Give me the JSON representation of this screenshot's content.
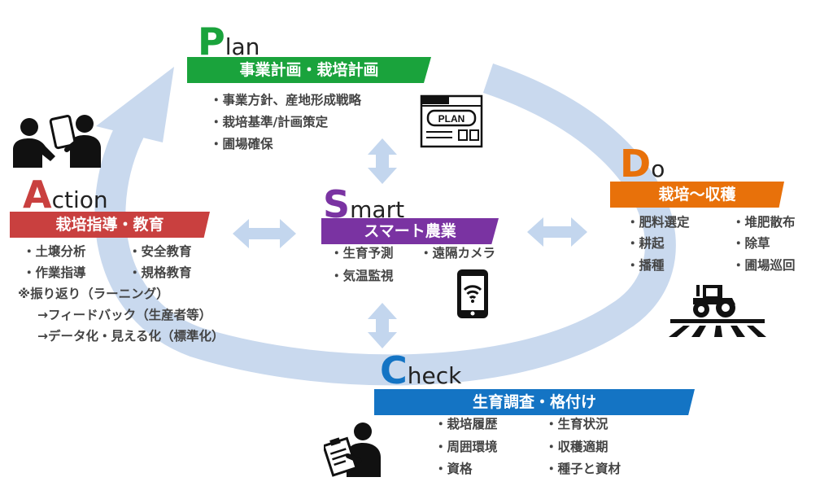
{
  "colors": {
    "cycle": "#c9d9ee",
    "plan": "#1aa33c",
    "do": "#e8710a",
    "check": "#1474c4",
    "action": "#c9403f",
    "smart": "#7a33a2",
    "arrow": "#c3d6ee"
  },
  "plan": {
    "initial": "P",
    "rest": "lan",
    "banner": "事業計画・栽培計画",
    "items": [
      "・事業方針、産地形成戦略",
      "・栽培基準/計画策定",
      "・圃場確保"
    ],
    "icon_text": "PLAN"
  },
  "do": {
    "initial": "D",
    "rest": "o",
    "banner": "栽培～収穫",
    "items_left": [
      "・肥料選定",
      "・耕起",
      "・播種"
    ],
    "items_right": [
      "・堆肥散布",
      "・除草",
      "・圃場巡回"
    ]
  },
  "check": {
    "initial": "C",
    "rest": "heck",
    "banner": "生育調査・格付け",
    "items_left": [
      "・栽培履歴",
      "・周囲環境",
      "・資格"
    ],
    "items_right": [
      "・生育状況",
      "・収穫適期",
      "・種子と資材"
    ]
  },
  "action": {
    "initial": "A",
    "rest": "ction",
    "banner": "栽培指導・教育",
    "items": [
      "・土壌分析",
      "・安全教育",
      "・作業指導",
      "・規格教育",
      "※振り返り（ラーニング）",
      "→フィードバック（生産者等）",
      "→データ化・見える化（標準化）"
    ]
  },
  "smart": {
    "initial": "S",
    "rest": "mart",
    "banner": "スマート農業",
    "items": [
      "・生育予測",
      "・遠隔カメラ",
      "・気温監視"
    ]
  }
}
